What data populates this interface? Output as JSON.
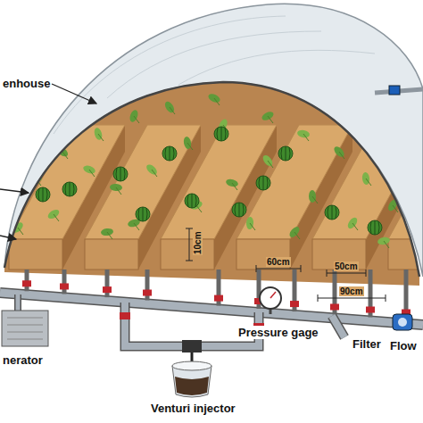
{
  "diagram": {
    "labels": [
      "enhouse",
      "10cm",
      "60cm",
      "50cm",
      "90cm",
      "Pressure gage",
      "Filter",
      "Venturi injector",
      "nerator",
      "Flow"
    ]
  }
}
